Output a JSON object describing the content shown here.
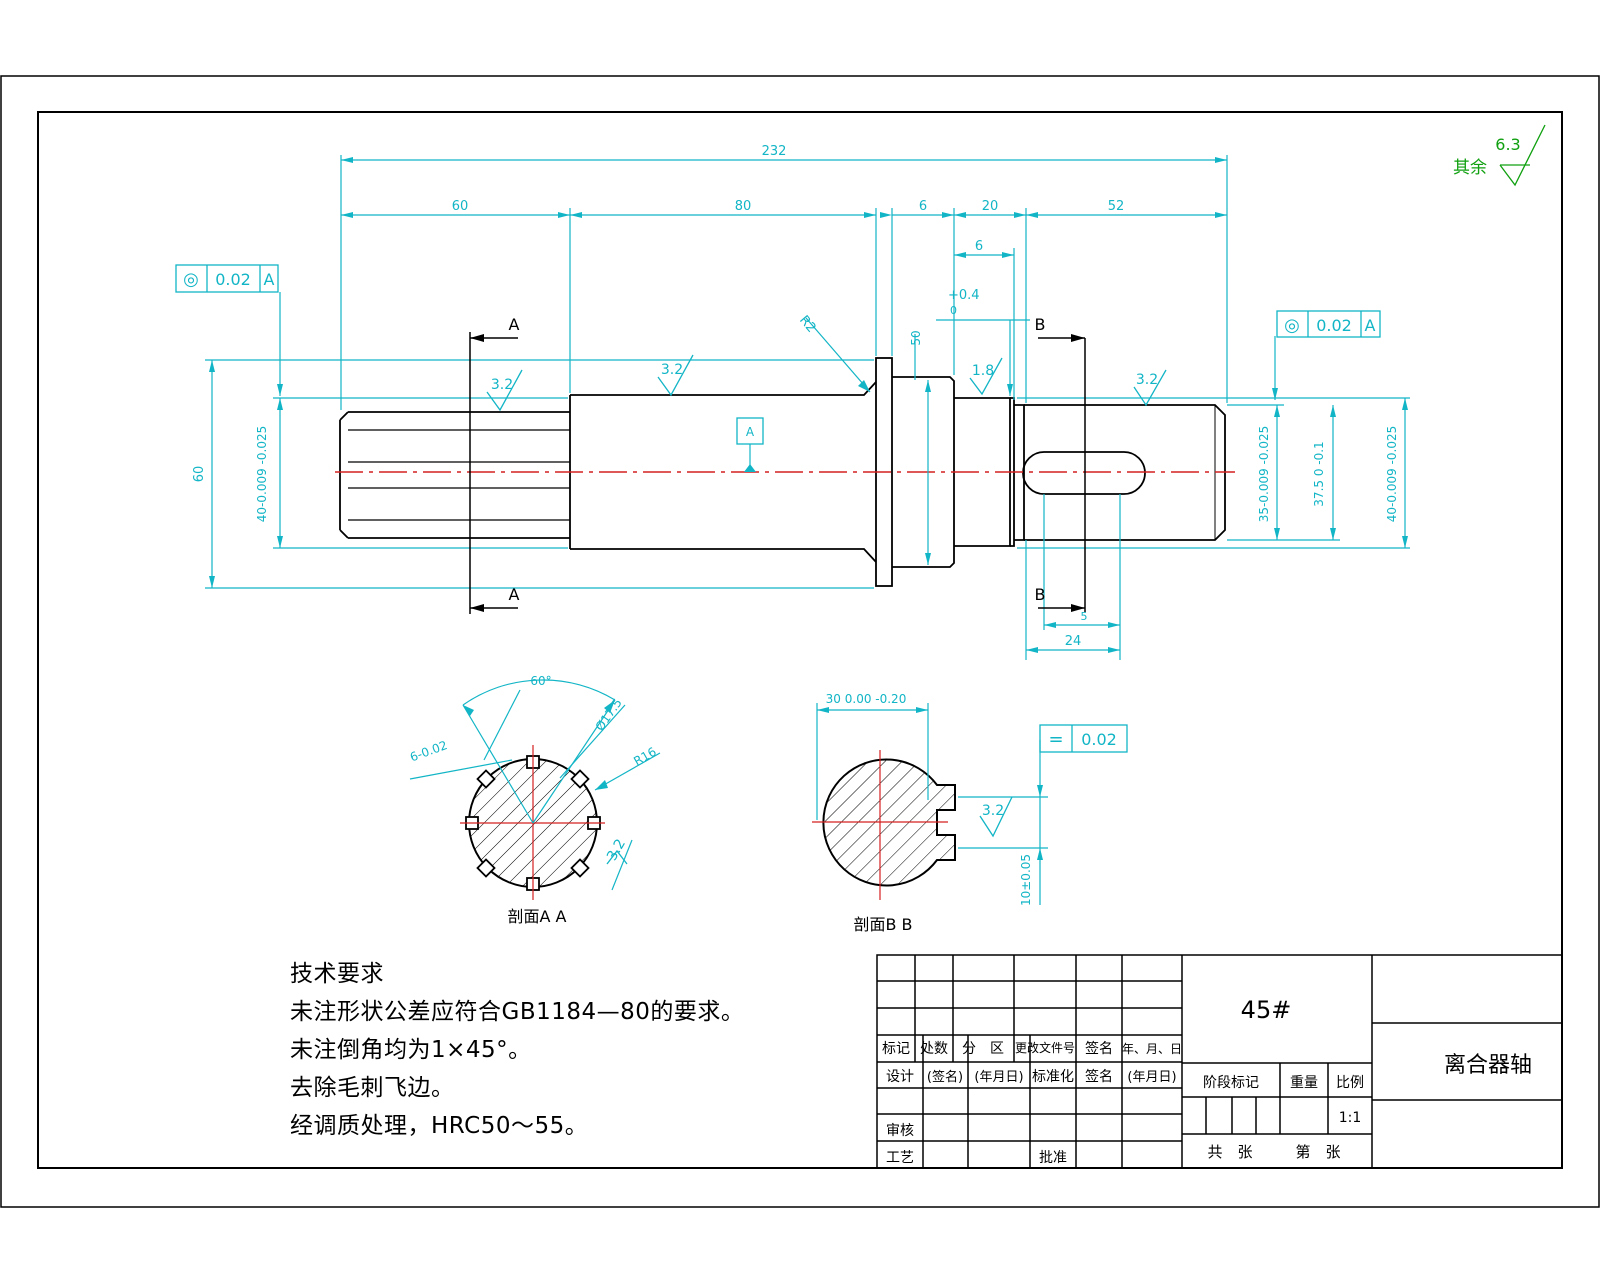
{
  "drawing": {
    "overall_dim": "232",
    "seg_dims": [
      "60",
      "80",
      "6",
      "20",
      "52"
    ],
    "sub_dims": {
      "groove_len": "6",
      "tol_plus": "+0.4",
      "tol_zero": "0",
      "key_offset": "5",
      "key_len": "24"
    },
    "dia_dims": {
      "left_outer": "60",
      "left_spline": "40-0.009 -0.025",
      "right_a": "35-0.009 -0.025",
      "right_b": "37.5 0 -0.1",
      "right_c": "40-0.009 -0.025",
      "flange": "50"
    },
    "chamfer_note": "R2",
    "datum": "A",
    "concentricity_left": {
      "symbol": "◎",
      "value": "0.02",
      "datum": "A"
    },
    "concentricity_right": {
      "symbol": "◎",
      "value": "0.02",
      "datum": "A"
    },
    "roughness_marks": [
      "3.2",
      "3.2",
      "1.8",
      "3.2",
      "3.2",
      "3.2"
    ],
    "general_roughness": {
      "label": "其余",
      "value": "6.3"
    },
    "section_letters": {
      "a": "A",
      "b": "B"
    },
    "section_a": {
      "angle": "60°",
      "width": "6-0.02",
      "radius": "R16",
      "size2": "Ø17.5",
      "rough": "3.2",
      "caption": "剖面A A"
    },
    "section_b": {
      "width_dim": "30 0.00 -0.20",
      "sym_symbol": "=",
      "sym_value": "0.02",
      "depth": "10±0.05",
      "rough": "3.2",
      "caption": "剖面B B"
    }
  },
  "notes": {
    "title": "技术要求",
    "lines": [
      "未注形状公差应符合GB1184—80的要求。",
      "未注倒角均为1×45°。",
      "去除毛刺飞边。",
      "经调质处理，HRC50～55。"
    ]
  },
  "title_block": {
    "material": "45#",
    "part_name": "离合器轴",
    "row_labels": [
      "标记",
      "处数",
      "分　区",
      "更改文件号",
      "签名",
      "年、月、日"
    ],
    "row2": [
      "设计",
      "(签名)",
      "(年月日)",
      "标准化",
      "签名",
      "(年月日)"
    ],
    "review": "审核",
    "process": "工艺",
    "approve": "批准",
    "stage_mark": "阶段标记",
    "weight": "重量",
    "scale_label": "比例",
    "scale": "1:1",
    "total": "共　张",
    "sheet_no": "第　张"
  },
  "colors": {
    "cyan": "#12b5c6",
    "red": "#d42020",
    "green": "#10a010",
    "black": "#000000"
  }
}
